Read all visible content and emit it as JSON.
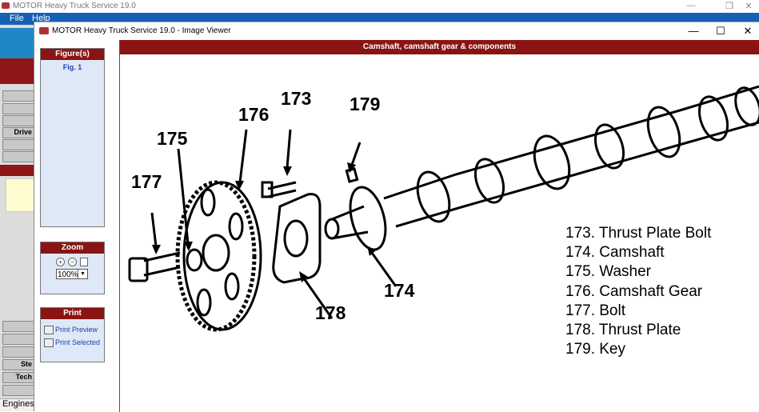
{
  "background_window": {
    "title": "MOTOR Heavy Truck Service 19.0",
    "controls": [
      "—",
      "❐",
      "✕"
    ],
    "menu": [
      "File",
      "Help"
    ],
    "side_labels": [
      "Drive",
      "Ste",
      "Tech"
    ],
    "status_text": "Engines"
  },
  "image_viewer": {
    "title": "MOTOR Heavy Truck Service 19.0 - Image Viewer",
    "controls": [
      "—",
      "☐",
      "✕"
    ],
    "figures_panel": {
      "heading": "Figure(s)",
      "items": [
        "Fig. 1"
      ]
    },
    "zoom_panel": {
      "heading": "Zoom",
      "value": "100%",
      "buttons": [
        "zoom-in-icon",
        "zoom-out-icon",
        "page-icon"
      ]
    },
    "print_panel": {
      "heading": "Print",
      "links": [
        "Print Preview",
        "Print Selected"
      ]
    },
    "image_title": "Camshaft, camshaft gear & components",
    "callouts": [
      "173",
      "174",
      "175",
      "176",
      "177",
      "178",
      "179"
    ],
    "legend": [
      "173. Thrust Plate Bolt",
      "174. Camshaft",
      "175. Washer",
      "176. Camshaft Gear",
      "177. Bolt",
      "178. Thrust Plate",
      "179. Key"
    ]
  },
  "colors": {
    "header_red": "#8a1414",
    "menu_blue": "#1560b5",
    "panel_bg": "#dfe8f7",
    "link_blue": "#1a3fb0"
  }
}
